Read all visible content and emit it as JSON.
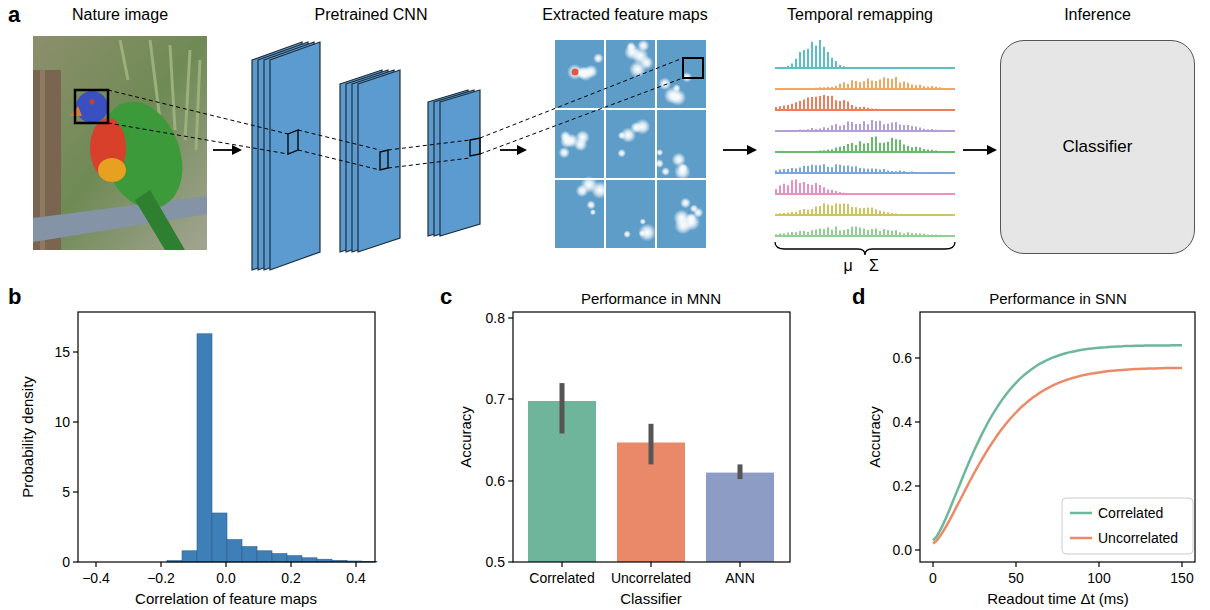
{
  "diagram": {
    "nodes": [
      {
        "text": [
          "Nature image"
        ]
      },
      {
        "text": [
          "Pretrained CNN"
        ]
      },
      {
        "text": [
          "Extracted feature maps"
        ]
      },
      {
        "text": [
          "Temporal remapping"
        ]
      },
      {
        "text": [
          "Inference",
          "Classifier"
        ]
      }
    ],
    "edges": [
      {
        "from": 0,
        "to": 1,
        "arrow": "to"
      },
      {
        "from": 1,
        "to": 2,
        "arrow": "to"
      },
      {
        "from": 2,
        "to": 3,
        "arrow": "to"
      },
      {
        "from": 3,
        "to": 4,
        "arrow": "to"
      }
    ],
    "labels": [
      "a",
      "μ",
      "Σ",
      "b",
      "Probability density",
      "Correlation of feature maps",
      "0",
      "5",
      "10",
      "15",
      "−0.4",
      "−0.2",
      "0.0",
      "0.2",
      "0.4",
      "c",
      "Performance in MNN",
      "Accuracy",
      "0.5",
      "0.6",
      "0.7",
      "0.8",
      "Correlated",
      "Uncorrelated",
      "ANN",
      "Classifier",
      "d",
      "Performance in SNN",
      "Accuracy",
      "0.0",
      "0.2",
      "0.4",
      "0.6",
      "0",
      "50",
      "100",
      "150",
      "Readout time Δt (ms)"
    ],
    "legend": [
      {
        "text": "Correlated"
      },
      {
        "text": "Uncorrelated"
      }
    ]
  }
}
